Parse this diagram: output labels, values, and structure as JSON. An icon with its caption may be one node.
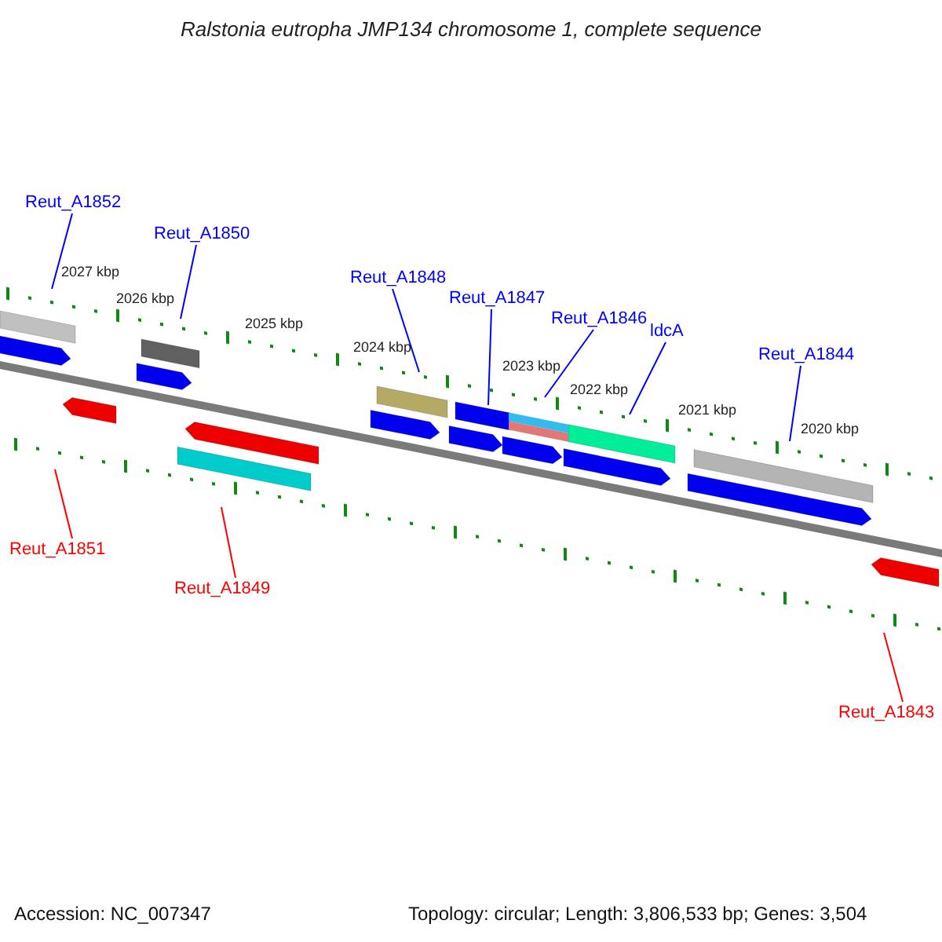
{
  "diagram": {
    "title": "Ralstonia eutropha JMP134 chromosome 1, complete sequence",
    "nodes": [
      {
        "text": [
          "Reut_A1852"
        ]
      },
      {
        "text": [
          "Reut_A1850"
        ]
      },
      {
        "text": [
          "Reut_A1848"
        ]
      },
      {
        "text": [
          "Reut_A1847"
        ]
      },
      {
        "text": [
          "Reut_A1846"
        ]
      },
      {
        "text": [
          "ldcA"
        ]
      },
      {
        "text": [
          "Reut_A1844"
        ]
      },
      {
        "text": [
          "Reut_A1851"
        ]
      },
      {
        "text": [
          "Reut_A1849"
        ]
      },
      {
        "text": [
          "Reut_A1843"
        ]
      }
    ],
    "edges": [
      {
        "from": 0,
        "to": null,
        "arrow": "none"
      },
      {
        "from": 1,
        "to": null,
        "arrow": "none"
      },
      {
        "from": 2,
        "to": null,
        "arrow": "none"
      },
      {
        "from": 3,
        "to": null,
        "arrow": "none"
      },
      {
        "from": 4,
        "to": null,
        "arrow": "none"
      },
      {
        "from": 5,
        "to": null,
        "arrow": "none"
      },
      {
        "from": 6,
        "to": null,
        "arrow": "none"
      },
      {
        "from": 7,
        "to": null,
        "arrow": "none",
        "color": "#ff0000"
      },
      {
        "from": 8,
        "to": null,
        "arrow": "none",
        "color": "#ff0000"
      },
      {
        "from": 9,
        "to": null,
        "arrow": "none",
        "color": "#ff0000"
      }
    ],
    "labels": [
      "2027 kbp",
      "2026 kbp",
      "2025 kbp",
      "2024 kbp",
      "2023 kbp",
      "2022 kbp",
      "2021 kbp",
      "2020 kbp",
      "Accession: NC_007347",
      "Topology: circular; Length: 3,806,533 bp; Genes: 3,504"
    ]
  }
}
